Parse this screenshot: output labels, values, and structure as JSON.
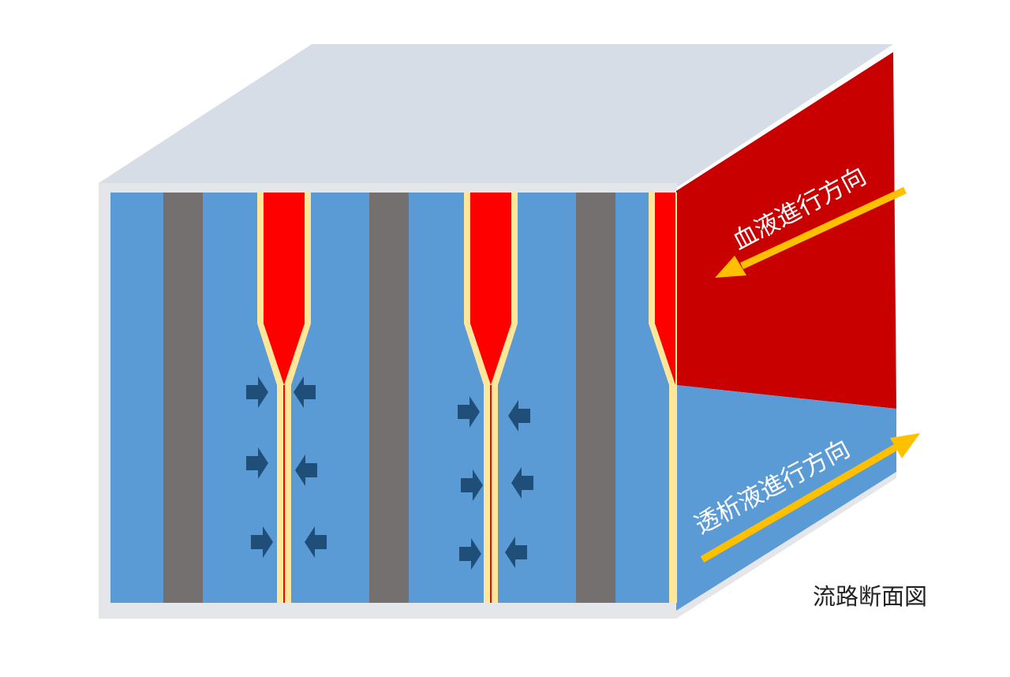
{
  "labels": {
    "blood_direction": "血液進行方向",
    "dialysate_direction": "透析液進行方向",
    "caption": "流路断面図"
  },
  "colors": {
    "top_face": "#d6dde6",
    "frame": "#e5e6e9",
    "dialysate": "#5b9bd5",
    "spacer": "#747070",
    "blood": "#ff0000",
    "blood_side": "#c90000",
    "membrane": "#ffe699",
    "flow_arrow": "#1f4e79",
    "direction_arrow": "#ffc000"
  },
  "icons": {
    "flow_arrow": "block-arrow-icon",
    "direction_arrow": "long-arrow-icon"
  }
}
